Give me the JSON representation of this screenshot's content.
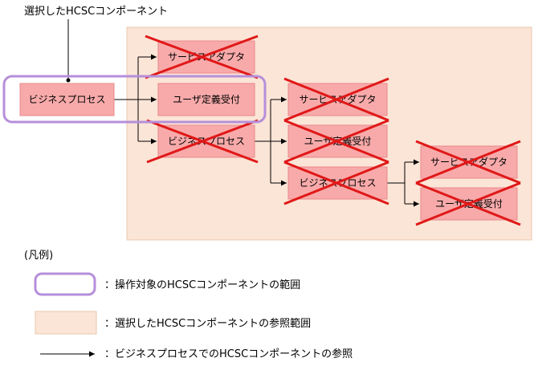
{
  "diagram": {
    "selected_label": "選択したHCSCコンポーネント",
    "nodes": {
      "root_bp": "ビジネスプロセス",
      "adapter_1": "サービスアダプタ",
      "reception_1": "ユーザ定義受付",
      "bp_2": "ビジネスプロセス",
      "adapter_2": "サービスアダプタ",
      "reception_2": "ユーザ定義受付",
      "bp_3": "ビジネスプロセス",
      "adapter_3": "サービスアダプタ",
      "reception_3": "ユーザ定義受付"
    }
  },
  "legend": {
    "title": "(凡例)",
    "operation_range": "：操作対象のHCSCコンポーネントの範囲",
    "reference_range": "：選択したHCSCコンポーネントの参照範囲",
    "reference_arrow": "：ビジネスプロセスでのHCSCコンポーネントの参照"
  },
  "colors": {
    "node_fill": "#f8aaaa",
    "node_stroke": "#e8888a",
    "range_fill": "#fbe5d6",
    "range_stroke": "#e8c8ae",
    "selection_stroke": "#b68fdb",
    "cross": "#e01818",
    "line": "#000000"
  }
}
